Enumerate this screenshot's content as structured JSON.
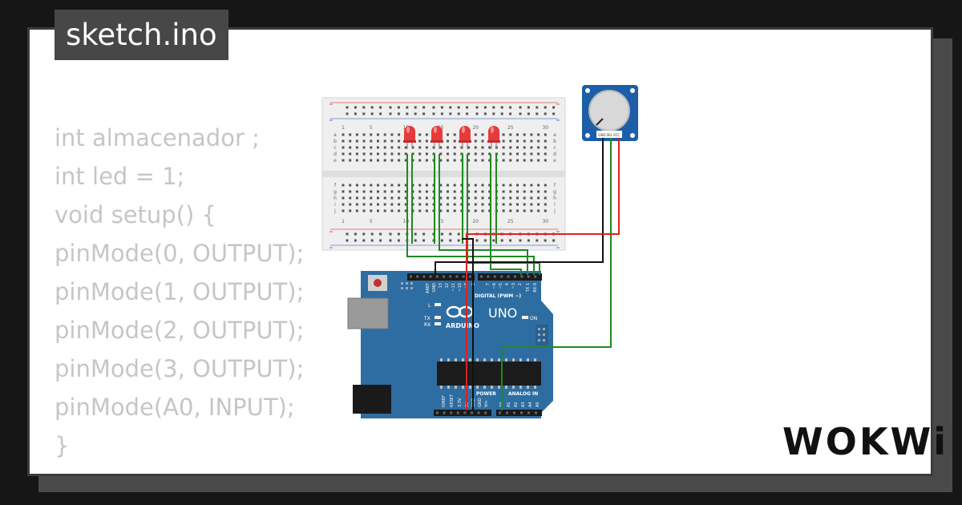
{
  "title": "sketch.ino",
  "code_lines": [
    "int almacenador ;",
    "int led = 1;",
    "void setup() {",
    "pinMode(0, OUTPUT);",
    "pinMode(1, OUTPUT);",
    "pinMode(2, OUTPUT);",
    "pinMode(3, OUTPUT);",
    "pinMode(A0, INPUT);",
    "}"
  ],
  "breadboard": {
    "col_numbers": [
      "1",
      "5",
      "10",
      "15",
      "20",
      "25",
      "30"
    ],
    "row_letters_top": [
      "a",
      "b",
      "c",
      "d",
      "e"
    ],
    "row_letters_bottom": [
      "f",
      "g",
      "h",
      "i",
      "j"
    ]
  },
  "arduino": {
    "model_label": "UNO",
    "brand_label": "ARDUINO",
    "digital_label": "DIGITAL (PWM ~)",
    "on_label": "ON",
    "power_label": "POWER",
    "analog_label": "ANALOG IN",
    "led_l": "L",
    "led_tx": "TX",
    "led_rx": "RX",
    "pin_labels_top": [
      "AREF",
      "GND",
      "13",
      "12",
      "~11",
      "~10",
      "~9",
      "8",
      "7",
      "~6",
      "~5",
      "4",
      "~3",
      "2",
      "TX 1",
      "RX 0"
    ],
    "pin_labels_bottom": [
      "IOREF",
      "RESET",
      "3.3V",
      "5V",
      "GND",
      "GND",
      "Vin",
      "A0",
      "A1",
      "A2",
      "A3",
      "A4",
      "A5"
    ]
  },
  "potentiometer": {
    "pin_labels": [
      "GND",
      "SIG",
      "VCC"
    ]
  },
  "logo": "WOKWi",
  "colors": {
    "background": "#161616",
    "code_text": "#c6c6c6",
    "tab_background": "#474747",
    "arduino_board": "#2e6da2",
    "wire_green": "#1f8a1f",
    "wire_red": "#e02020",
    "wire_black": "#111111",
    "led_red": "#e63b3b"
  }
}
